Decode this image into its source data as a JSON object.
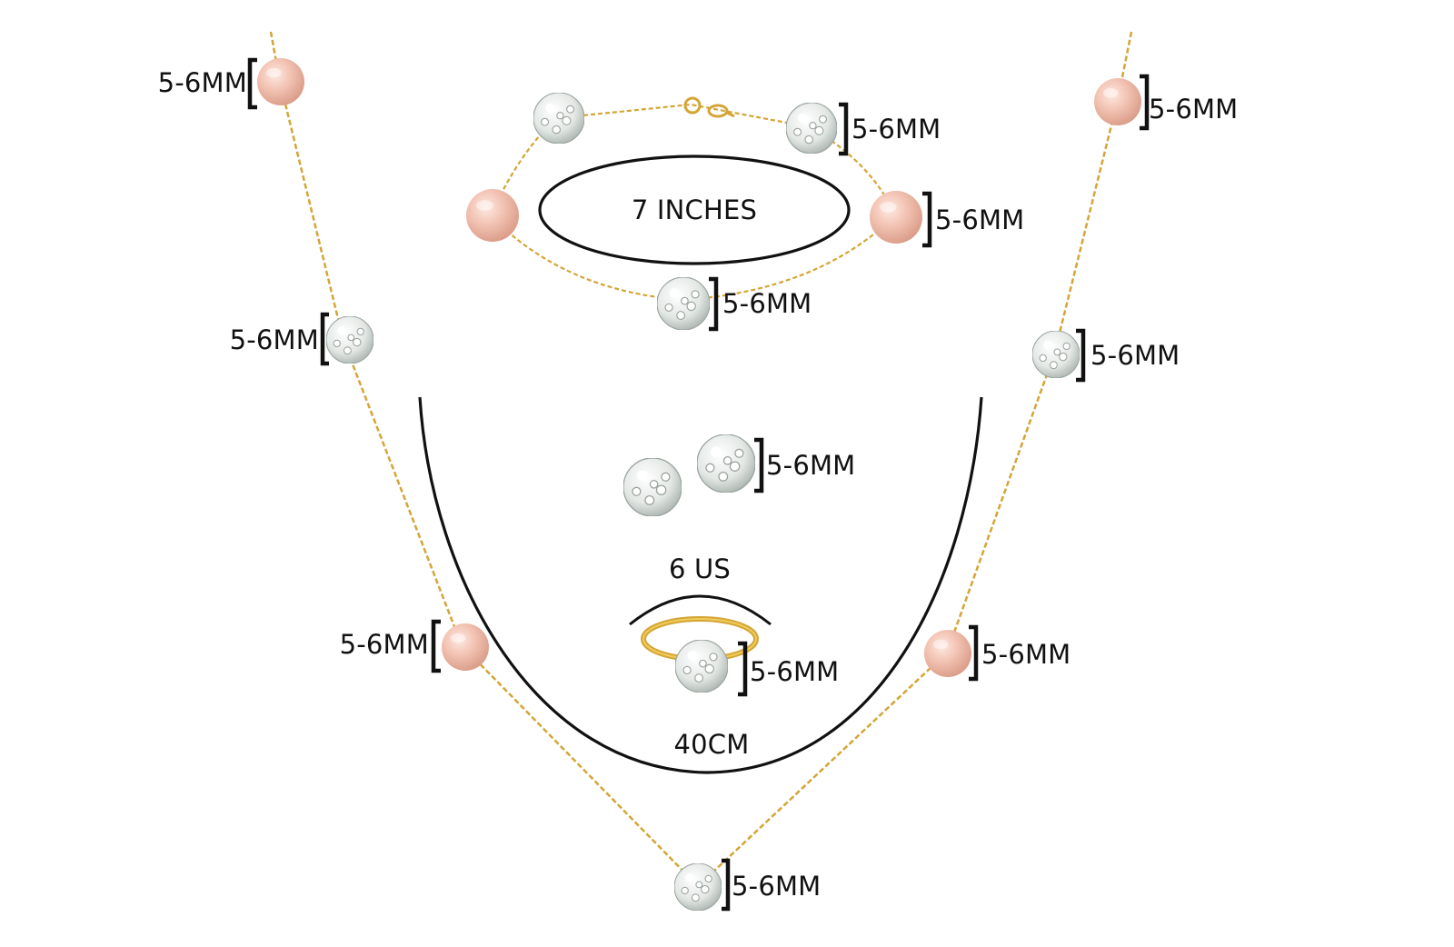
{
  "colors": {
    "chain": "#d4a536",
    "pearl": "#f2c2b2",
    "crystal": "#e8ece9",
    "ink": "#111111"
  },
  "icons": [
    "pearl-bead",
    "crystal-ball-bead",
    "measurement-bracket",
    "spring-ring-clasp"
  ],
  "necklace": {
    "length_label": "40CM",
    "bead_labels": {
      "left_pearl_top": "5-6MM",
      "left_crystal_mid": "5-6MM",
      "left_pearl_low": "5-6MM",
      "bottom_crystal": "5-6MM",
      "right_pearl_low": "5-6MM",
      "right_crystal_mid": "5-6MM",
      "right_pearl_top": "5-6MM"
    }
  },
  "bracelet": {
    "length_label": "7 INCHES",
    "bead_labels": {
      "crystal_top_right": "5-6MM",
      "pearl_right": "5-6MM",
      "crystal_bottom": "5-6MM"
    }
  },
  "earrings": {
    "bead_label": "5-6MM"
  },
  "ring": {
    "size_label": "6 US",
    "bead_label": "5-6MM"
  }
}
